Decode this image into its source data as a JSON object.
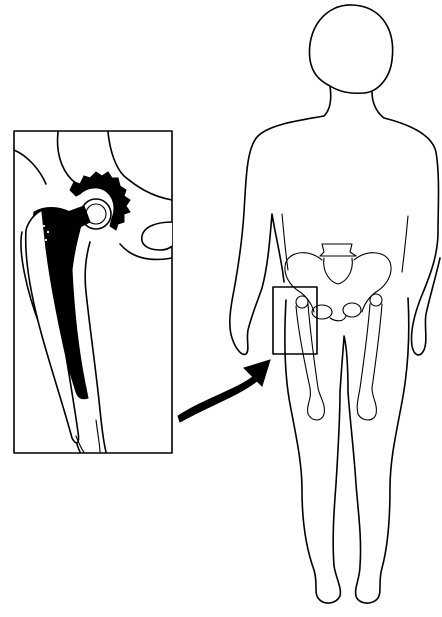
{
  "figure": {
    "type": "anatomical-illustration",
    "subject": "hip-replacement",
    "inset": "hip-prosthesis-closeup",
    "callout": "arrow-from-inset-to-hip",
    "colors": {
      "line": "#000000",
      "background": "#ffffff"
    }
  }
}
